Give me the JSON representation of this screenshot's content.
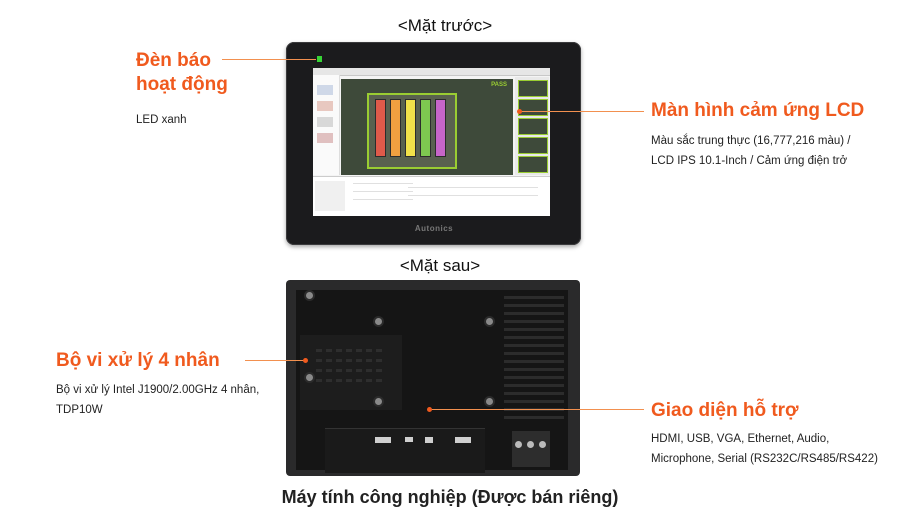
{
  "front_label": "<Mặt trước>",
  "rear_label": "<Mặt sau>",
  "caption": "Máy tính công nghiệp (Được bán riêng)",
  "brand": "Autonics",
  "screen_watermark": "PASS",
  "callouts": {
    "led": {
      "title_line1": "Đèn báo",
      "title_line2": "hoạt động",
      "text": "LED xanh"
    },
    "lcd": {
      "title": "Màn hình cảm ứng LCD",
      "text_line1": "Màu sắc trung thực (16,777,216 màu) /",
      "text_line2": "LCD IPS 10.1-Inch / Cảm ứng điện trở"
    },
    "cpu": {
      "title": "Bộ vi xử lý 4 nhân",
      "text_line1": "Bộ vi xử lý Intel J1900/2.00GHz 4 nhân,",
      "text_line2": "TDP10W"
    },
    "io": {
      "title": "Giao diện hỗ trợ",
      "text_line1": "HDMI, USB, VGA, Ethernet, Audio,",
      "text_line2": "Microphone, Serial (RS232C/RS485/RS422)"
    }
  },
  "colors": {
    "accent": "#f05a1e",
    "led_green": "#37d436",
    "bezel": "#1b1b1d",
    "rear": "#2a2a2b"
  },
  "bars": [
    "#e05a4a",
    "#f0a040",
    "#f2e14a",
    "#7ec850",
    "#c765c8"
  ]
}
